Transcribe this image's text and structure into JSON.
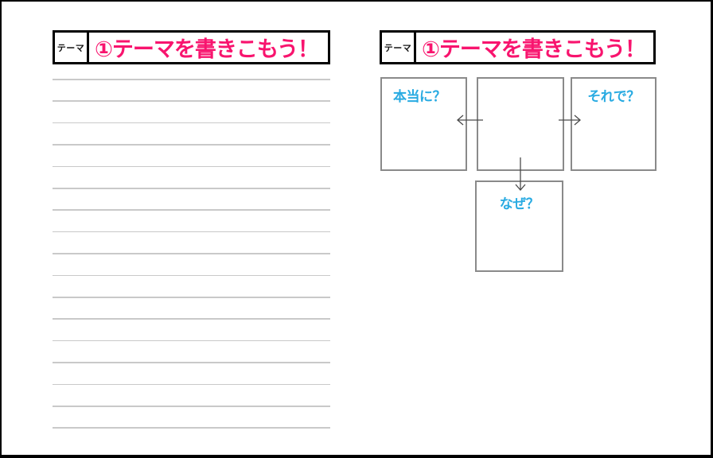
{
  "colors": {
    "accent_pink": "#f8146e",
    "accent_cyan": "#29abe2",
    "box_border_gray": "#8a8a8a",
    "ruled_line_gray": "#c9c9c9",
    "arrow_gray": "#4a4a4a"
  },
  "left_panel": {
    "header": {
      "tag": "テーマ",
      "title": "①テーマを書きこもう！"
    },
    "ruled_lines_count": 17
  },
  "right_panel": {
    "header": {
      "tag": "テーマ",
      "title": "①テーマを書きこもう！"
    },
    "diagram": {
      "left_box_label": "本当に？",
      "center_box_label": "",
      "right_box_label": "それで？",
      "bottom_box_label": "なぜ？"
    }
  }
}
